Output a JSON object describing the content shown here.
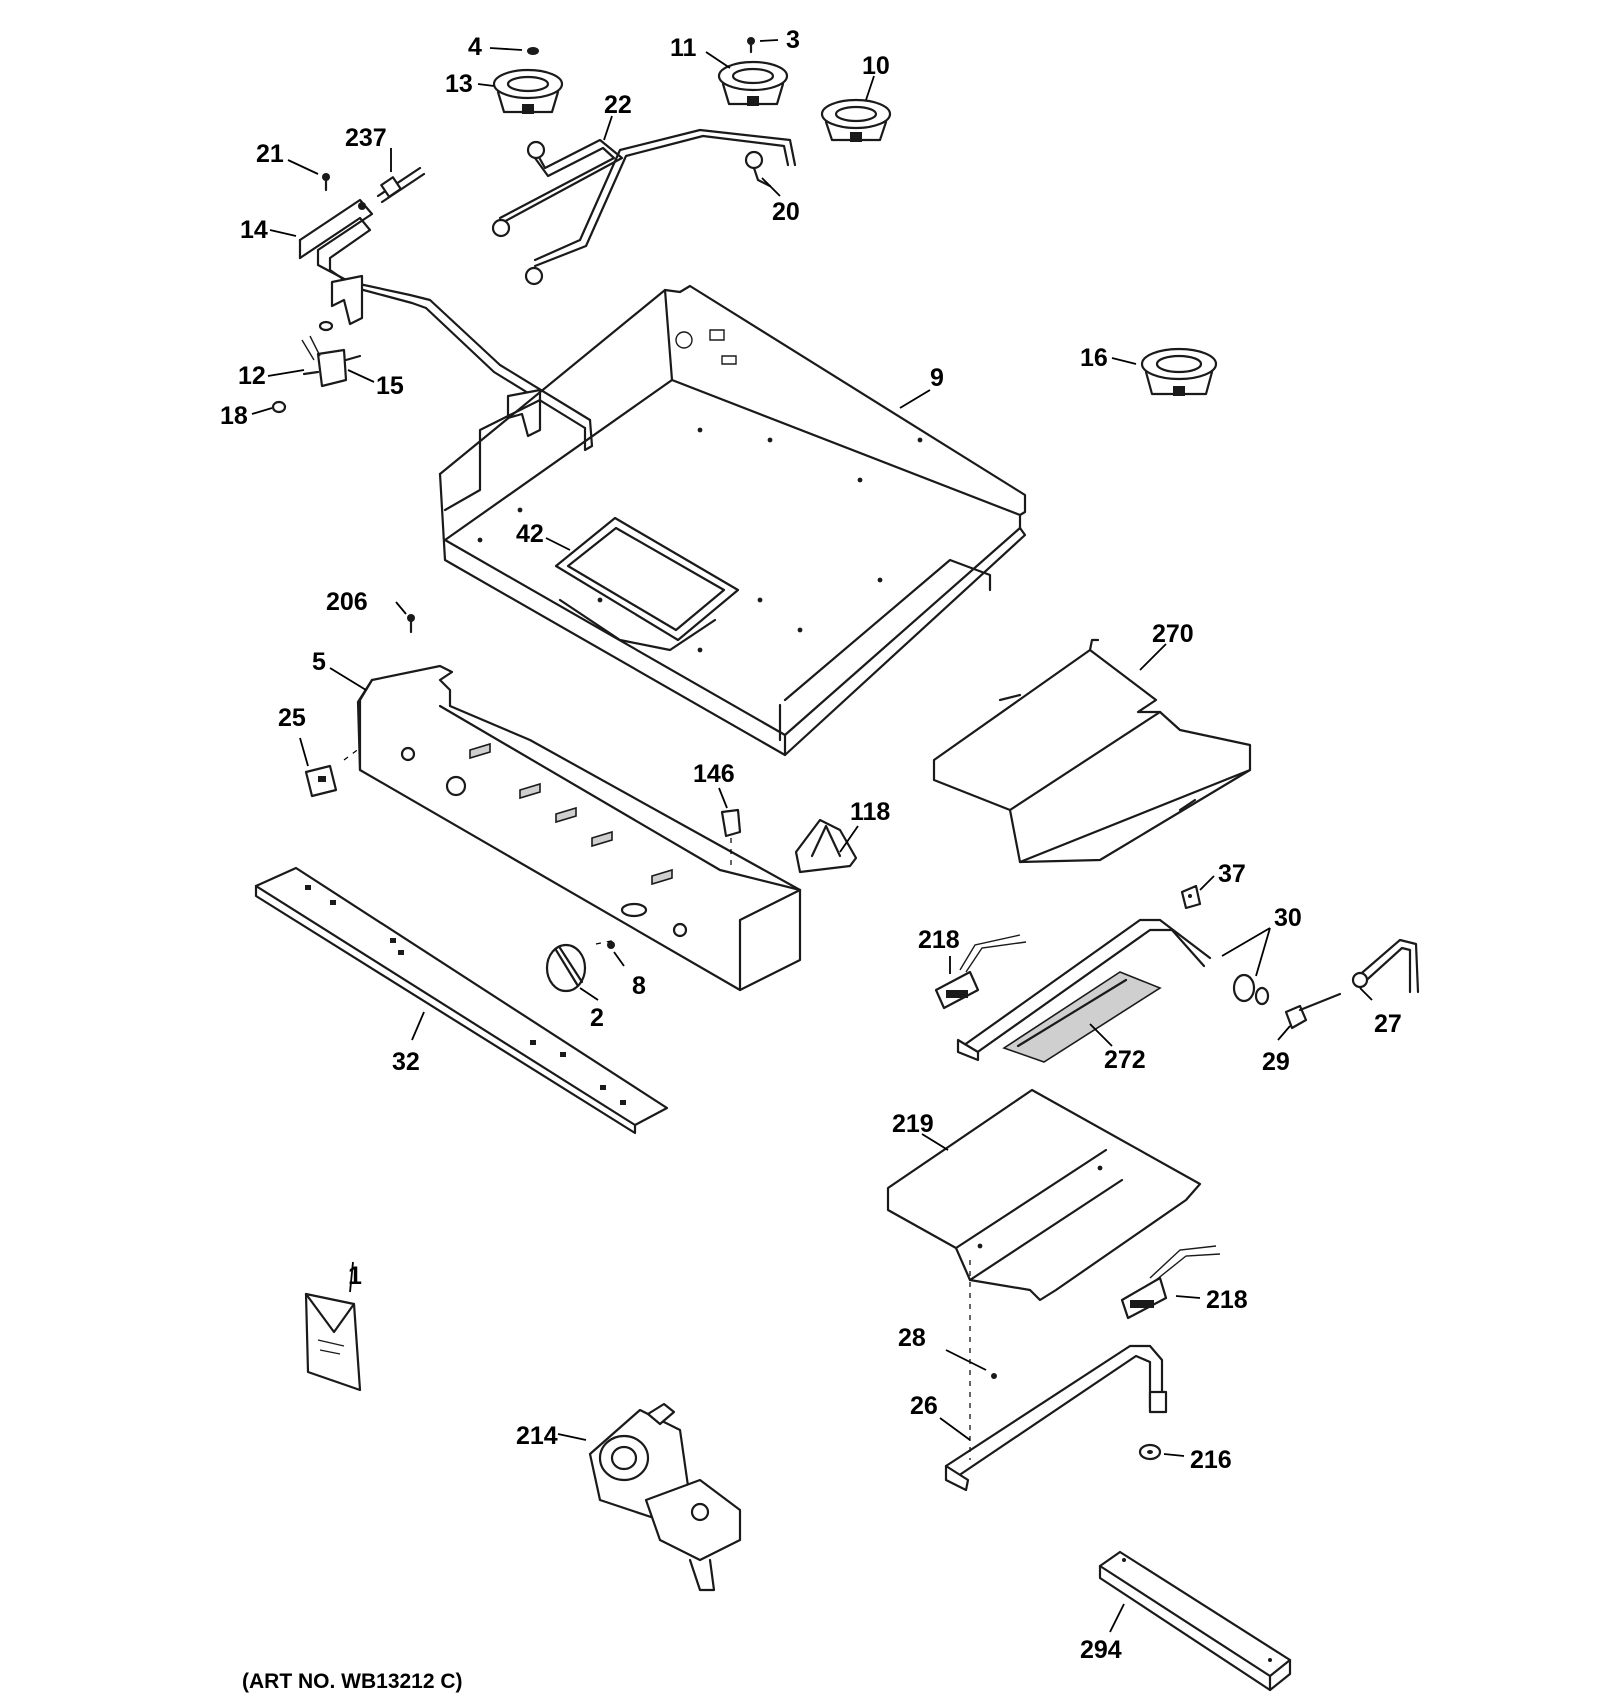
{
  "art_number": "(ART NO. WB13212 C)",
  "callouts": {
    "c4": "4",
    "c3": "3",
    "c11": "11",
    "c10": "10",
    "c13": "13",
    "c22": "22",
    "c237": "237",
    "c21": "21",
    "c20": "20",
    "c14": "14",
    "c16": "16",
    "c12": "12",
    "c15": "15",
    "c9": "9",
    "c18": "18",
    "c42": "42",
    "c206": "206",
    "c270": "270",
    "c5": "5",
    "c25": "25",
    "c146": "146",
    "c118": "118",
    "c37": "37",
    "c30": "30",
    "c218a": "218",
    "c8": "8",
    "c2": "2",
    "c32": "32",
    "c27": "27",
    "c272": "272",
    "c29": "29",
    "c219": "219",
    "c1": "1",
    "c218b": "218",
    "c28": "28",
    "c26": "26",
    "c214": "214",
    "c216": "216",
    "c294": "294"
  }
}
